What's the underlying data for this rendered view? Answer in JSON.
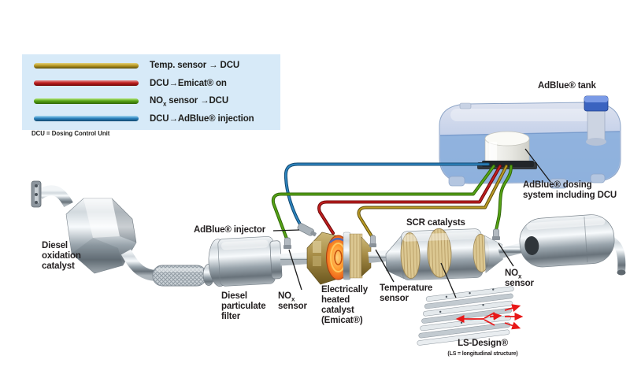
{
  "legend": {
    "footnote": "DCU = Dosing Control Unit",
    "items": [
      {
        "id": "temp-sensor-to-dcu",
        "label_pre": "Temp. sensor → DCU",
        "label_sub": "",
        "label_post": "",
        "colors": [
          "#e3d27c",
          "#bb9b26",
          "#5e4d08"
        ]
      },
      {
        "id": "dcu-to-emicat",
        "label_pre": "DCU→Emicat® on",
        "label_sub": "",
        "label_post": "",
        "colors": [
          "#e89898",
          "#c02020",
          "#700808"
        ]
      },
      {
        "id": "nox-sensor-to-dcu",
        "label_pre": "NO",
        "label_sub": "x",
        "label_post": " sensor →DCU",
        "colors": [
          "#b5e87a",
          "#57a416",
          "#2f6606"
        ]
      },
      {
        "id": "dcu-to-adblue-injection",
        "label_pre": "DCU→AdBlue® injection",
        "label_sub": "",
        "label_post": "",
        "colors": [
          "#a6d9f2",
          "#2e86c1",
          "#11476e"
        ]
      }
    ]
  },
  "labels": {
    "adblue_tank": "AdBlue® tank",
    "dosing_system": "AdBlue® dosing\nsystem including DCU",
    "diesel_oxidation_catalyst": "Diesel\noxidation\ncatalyst",
    "adblue_injector": "AdBlue® injector",
    "diesel_particulate_filter": "Diesel\nparticulate\nfilter",
    "nox_sensor_1_pre": "NO",
    "nox_sensor_1_sub": "x",
    "nox_sensor_1_line2": "sensor",
    "electrically_heated_catalyst": "Electrically\nheated\ncatalyst\n(Emicat®)",
    "temperature_sensor": "Temperature\nsensor",
    "scr_catalysts": "SCR catalysts",
    "nox_sensor_2_pre": "NO",
    "nox_sensor_2_sub": "x",
    "nox_sensor_2_line2": "sensor",
    "ls_design": "LS-Design®",
    "ls_design_sub": "(LS = longitudinal structure)"
  },
  "wire_colors": {
    "temp_mid": "#bb9b26",
    "temp_dark": "#5e4d08",
    "emicat_mid": "#c02020",
    "emicat_dark": "#700808",
    "nox_mid": "#57a416",
    "nox_dark": "#2f6606",
    "adblue_mid": "#2e86c1",
    "adblue_dark": "#11476e"
  },
  "colors": {
    "legend_background": "#d7eaf8",
    "flow_arrow": "#e81818",
    "text": "#231f20",
    "tank_liquid": "#8cb0dc",
    "catalyst_gold": "#a68c46",
    "substrate_tan": "#dcc892",
    "heater_glow": "#ff9a2e"
  }
}
